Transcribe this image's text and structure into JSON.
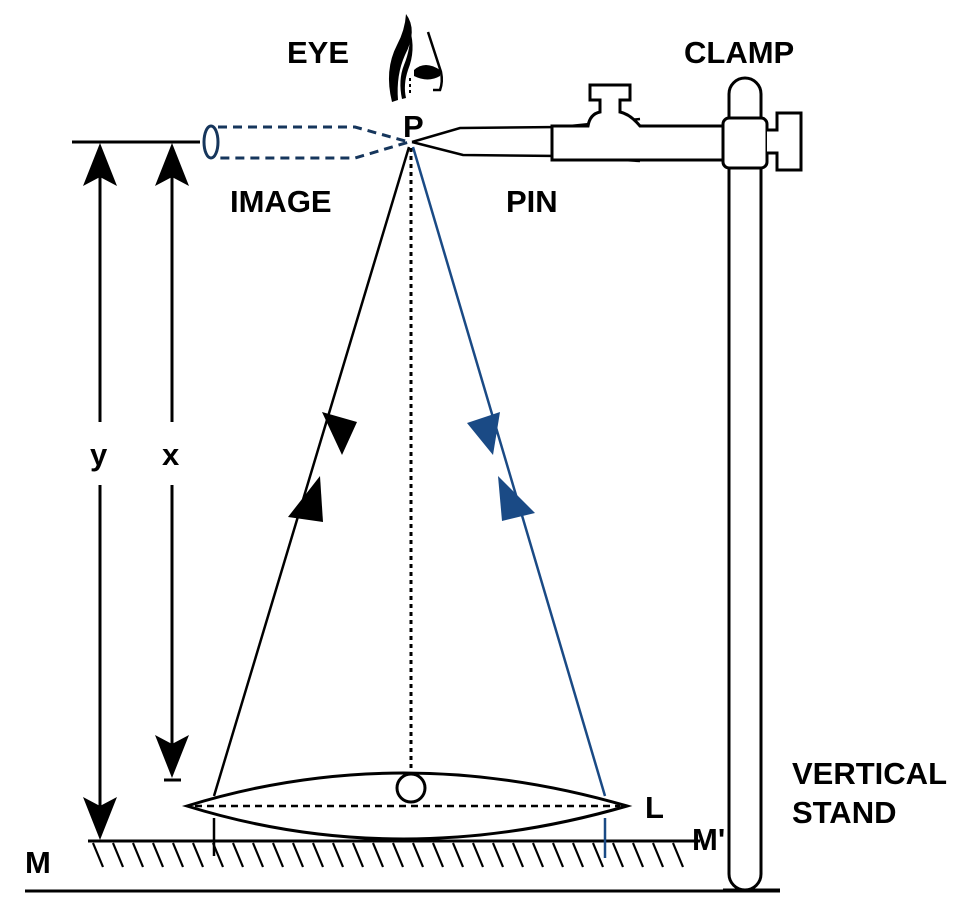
{
  "diagram": {
    "title": "Determination of focal length of convex lens using plane mirror and pin",
    "labels": {
      "eye": "EYE",
      "clamp": "CLAMP",
      "point_p": "P",
      "image": "IMAGE",
      "pin": "PIN",
      "y": "y",
      "x": "x",
      "lens": "L",
      "mirror_m": "M",
      "mirror_m_prime": "M'",
      "stand_line1": "VERTICAL",
      "stand_line2": "STAND"
    },
    "colors": {
      "ink": "#000000",
      "ray_blue": "#1a4a85",
      "image_dash": "#16365c"
    },
    "icons": {
      "eye": "eye-icon",
      "clamp": "clamp-icon",
      "pin": "pin-icon",
      "lens": "convex-lens-icon",
      "mirror": "plane-mirror-icon",
      "stand": "vertical-stand-icon"
    }
  }
}
